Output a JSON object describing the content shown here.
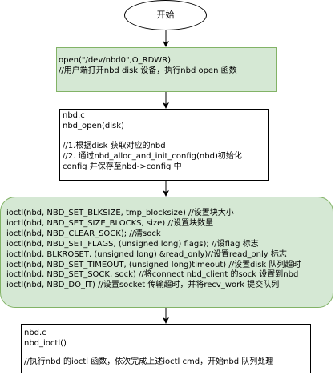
{
  "nodes": {
    "start": {
      "label": "开始"
    },
    "open_call": {
      "lines": [
        "open(\"/dev/nbd0\",O_RDWR)",
        "//用户端打开nbd disk 设备，执行nbd open 函数"
      ]
    },
    "nbd_open": {
      "lines": [
        "nbd.c",
        "nbd_open(disk)",
        "",
        "//1.根据disk 获取对应的nbd",
        "//2. 通过nbd_alloc_and_init_config(nbd)初始化",
        "config 并保存至nbd->config 中"
      ]
    },
    "ioctl_sequence": {
      "lines": [
        "ioctl(nbd, NBD_SET_BLKSIZE, tmp_blocksize) //设置块大小",
        "ioctl(nbd, NBD_SET_SIZE_BLOCKS, size) //设置块数量",
        "ioctl(nbd, NBD_CLEAR_SOCK); //清sock",
        "ioctl(nbd, NBD_SET_FLAGS, (unsigned long) flags); //设flag 标志",
        "ioctl(nbd, BLKROSET, (unsigned long) &read_only)//设置read_only 标志",
        "ioctl(nbd, NBD_SET_TIMEOUT, (unsigned long)timeout) //设置disk 队列超时",
        "ioctl(nbd, NBD_SET_SOCK, sock) //将connect nbd_client 的sock 设置到nbd",
        "ioctl(nbd, NBD_DO_IT) //设置socket 传输超时，并将recv_work 提交队列"
      ]
    },
    "nbd_ioctl": {
      "lines": [
        "nbd.c",
        "nbd_ioctl()",
        "",
        "//执行nbd 的ioctl 函数，依次完成上述ioctl cmd，开始nbd 队列处理"
      ]
    }
  },
  "colors": {
    "green_fill": "#d5e8d4",
    "green_stroke": "#82b366",
    "line": "#000000"
  }
}
